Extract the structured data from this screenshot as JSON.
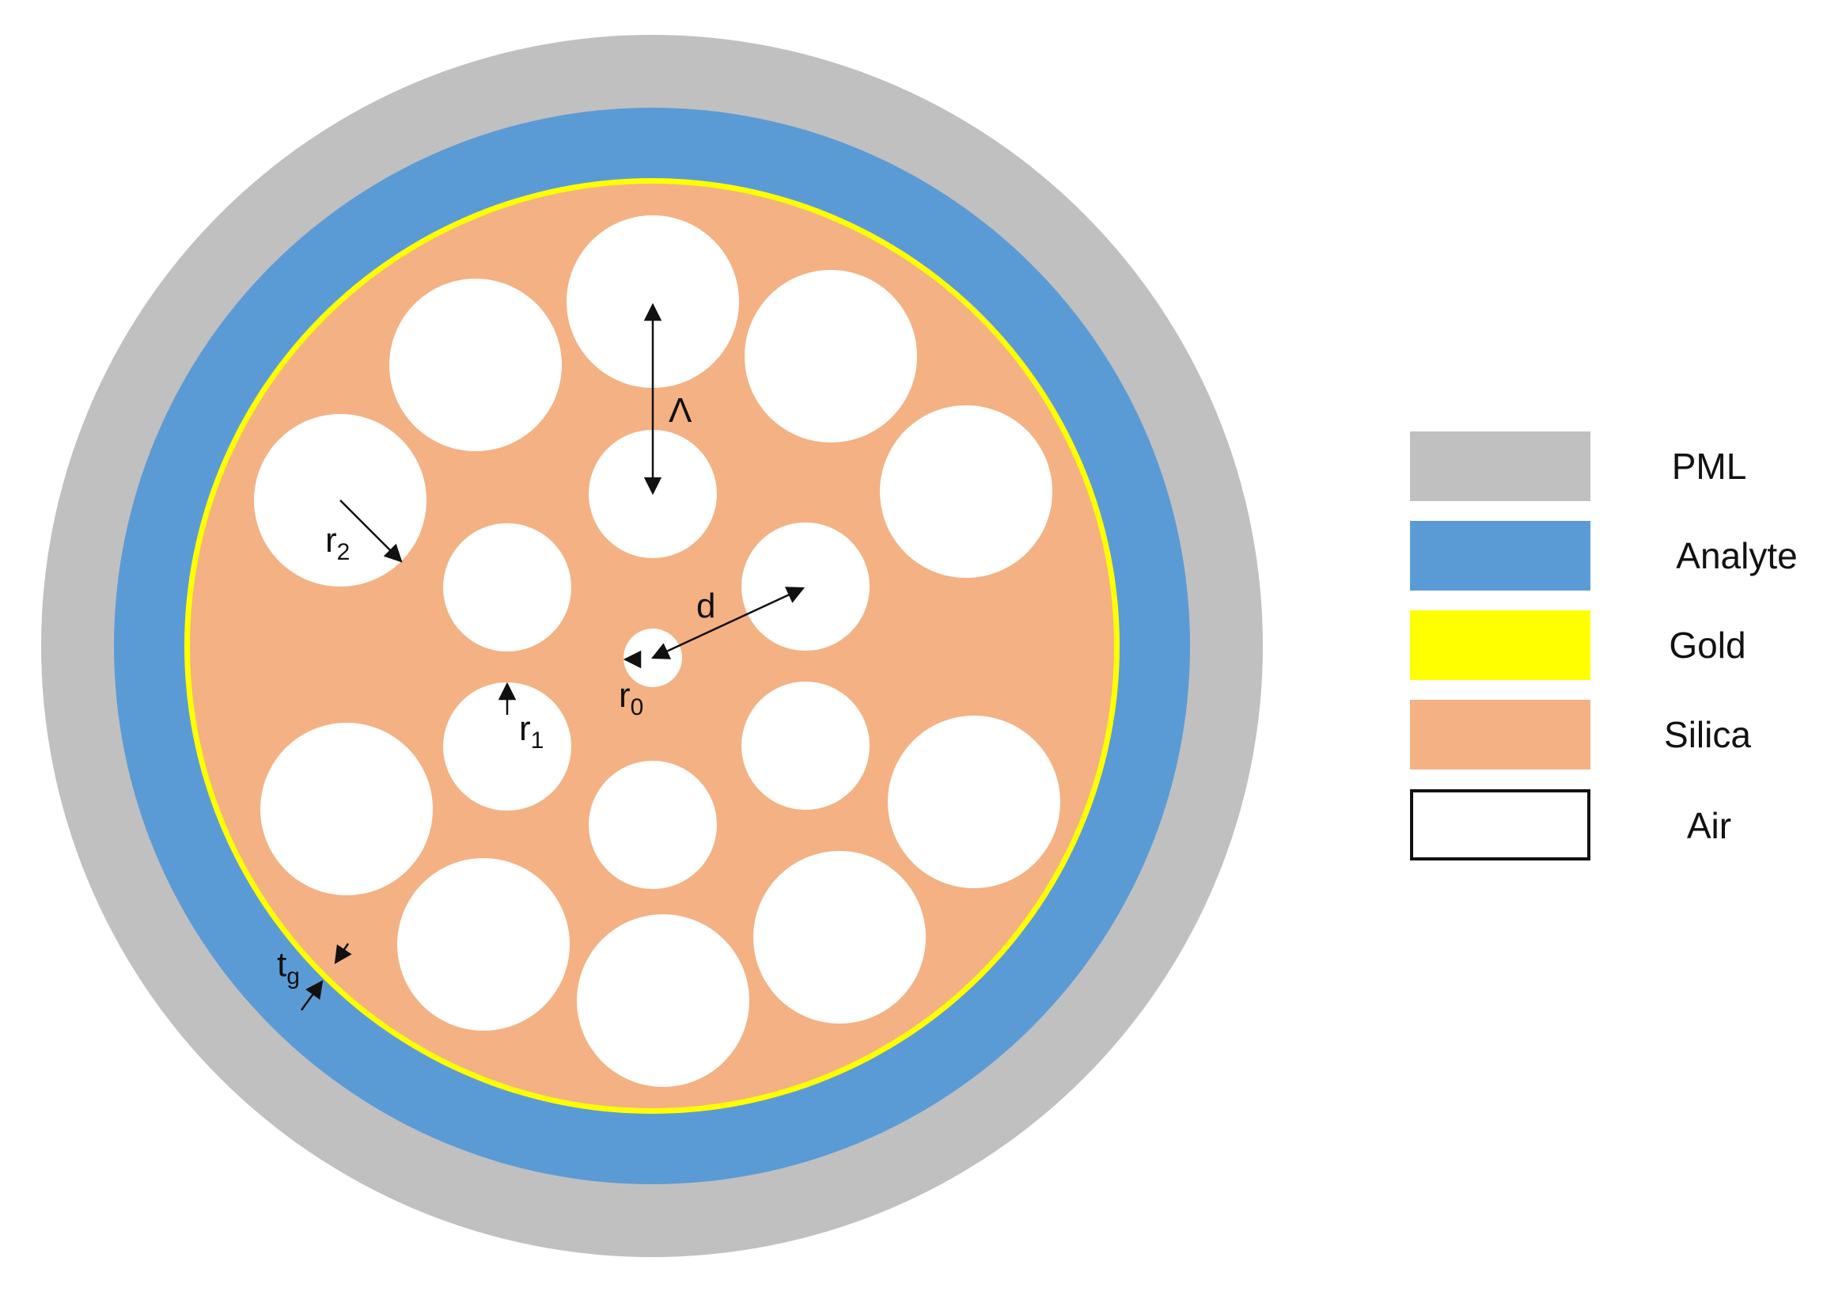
{
  "layers": [
    {
      "name": "PML",
      "color": "#c0c0c0"
    },
    {
      "name": "Analyte",
      "color": "#5b9bd5"
    },
    {
      "name": "Gold",
      "color": "#ffff00"
    },
    {
      "name": "Silica",
      "color": "#f4b183"
    },
    {
      "name": "Air",
      "color": "#ffffff"
    }
  ],
  "labels": {
    "lambda": "Λ",
    "d": "d",
    "r": "r",
    "r0_sub": "0",
    "r1_sub": "1",
    "r2_sub": "2",
    "t": "t",
    "tg_sub": "g"
  }
}
